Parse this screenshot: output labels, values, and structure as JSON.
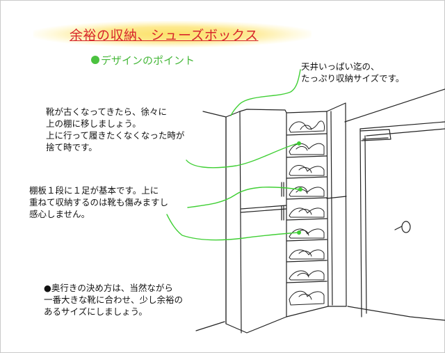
{
  "title": "余裕の収納、シューズボックス",
  "subtitle": "デザインのポイント",
  "notes": {
    "ceiling": "天井いっぱい迄の、\nたっぷり収納サイズです。",
    "shoes": "靴が古くなってきたら、徐々に\n上の棚に移しましょう。\n上に行って履きたくなくなった時が\n捨て時です。",
    "shelf": "棚板１段に１足が基本です。上に\n重ねて収納するのは靴も傷みますし\n感心しません。",
    "depth": "●奥行きの決め方は、当然ながら\n一番大きな靴に合わせ、少し余裕の\nあるサイズにしましょう。"
  },
  "colors": {
    "title": "#d7262c",
    "accent_green": "#4bc23f",
    "title_band": "#fbe26a",
    "line": "#222222"
  }
}
